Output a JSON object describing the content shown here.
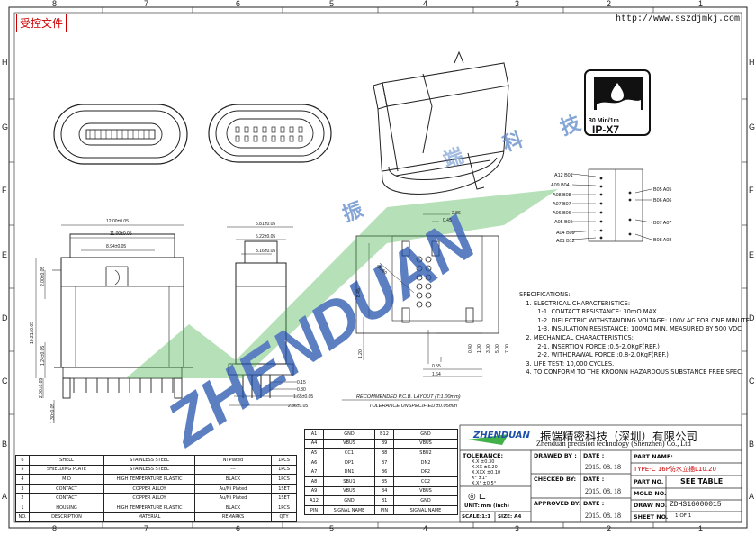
{
  "header": {
    "stamp": "受控文件",
    "url": "http://www.sszdjmkj.com"
  },
  "rulers": {
    "top": [
      "8",
      "7",
      "6",
      "5",
      "4",
      "3",
      "2",
      "1"
    ],
    "side": [
      "H",
      "G",
      "F",
      "E",
      "D",
      "C",
      "B",
      "A"
    ]
  },
  "watermark": {
    "brand": "ZHENDUAN",
    "chars": [
      "振",
      "端",
      "科",
      "技"
    ]
  },
  "ip_badge": {
    "duration": "30 Min/1m",
    "rating": "IP-X7"
  },
  "pinout": {
    "left": [
      "A12 B01",
      "A09 B04",
      "A08 B08",
      "A07 B07",
      "A06 B06",
      "A05 B05",
      "A04 B09",
      "A01 B12"
    ],
    "right": [
      "B05 A05",
      "B06 A06",
      "B07 A07",
      "B08 A08"
    ]
  },
  "dims": {
    "front": {
      "w1": "12.00±0.05",
      "w2": "11.00±0.05",
      "w3": "8.94±0.05",
      "h1": "2.00±0.05",
      "h2": "10.21±0.05",
      "h3": "1.24±0.05",
      "h4": "2.00±0.05",
      "h5": "1.30±0.05"
    },
    "side": {
      "w1": "5.81±0.05",
      "w2": "5.22±0.05",
      "w3": "3.16±0.05",
      "b1": "0.15",
      "b2": "0.30",
      "b3": "1.65±0.05",
      "b4": "2.86±0.05"
    },
    "pcb": {
      "t1": "2.86",
      "t2": "0.45",
      "dia": "Ø0.60",
      "v1": "8.45",
      "v2": "1.20",
      "r1": "0.40",
      "r2": "1.00",
      "r3": "3.00",
      "r4": "5.00",
      "r5": "7.00",
      "b1": "0.55",
      "b2": "1.64"
    }
  },
  "layout_caption": {
    "title": "RECOMMENDED  P.C.B. LAYOUT (T:1.00mm)",
    "tolerance": "TOLERANCE UNSPECIFIED ±0.05mm"
  },
  "specifications": [
    "SPECIFICATIONS:",
    "1. ELECTRICAL CHARACTERISTICS:",
    "1-1. CONTACT RESISTANCE: 30mΩ MAX.",
    "1-2. DIELECTRIC WITHSTANDING VOLTAGE: 100V AC FOR ONE MINUTE.",
    "1-3. INSULATION RESISTANCE: 100MΩ MIN. MEASURED BY 500 VDC",
    "2. MECHANICAL CHARACTERISTICS:",
    "2-1. INSERTION FORCE :0.5-2.0KgF(REF.)",
    "2-2. WITHDRAWAL FORCE :0.8-2.0KgF(REF.)",
    "3. LIFE TEST: 10,000 CYCLES.",
    "4. TO CONFORM TO THE KROONN HAZARDOUS SUBSTANCE FREE SPEC."
  ],
  "bom": {
    "rows": [
      [
        "6",
        "SHELL",
        "STAINLESS STEEL",
        "Ni Plated",
        "1PCS"
      ],
      [
        "5",
        "SHIELDING PLATE",
        "STAINLESS STEEL",
        "---",
        "1PCS"
      ],
      [
        "4",
        "MID",
        "HIGH TEMPERATURE PLASTIC",
        "BLACK",
        "1PCS"
      ],
      [
        "3",
        "CONTACT",
        "COPPER ALLOY",
        "Au/Ni Plated",
        "1SET"
      ],
      [
        "2",
        "CONTACT",
        "COPPER ALLOY",
        "Au/Ni Plated",
        "1SET"
      ],
      [
        "1",
        "HOUSING",
        "HIGH TEMPERATURE PLASTIC",
        "BLACK",
        "1PCS"
      ]
    ],
    "header": [
      "NO.",
      "DESCRIPTION",
      "MATERIAL",
      "REMARKS",
      "QTY"
    ]
  },
  "signals": {
    "rows": [
      [
        "A1",
        "GND",
        "B12",
        "GND"
      ],
      [
        "A4",
        "VBUS",
        "B9",
        "VBUS"
      ],
      [
        "A5",
        "CC1",
        "B8",
        "SBU2"
      ],
      [
        "A6",
        "DP1",
        "B7",
        "DN2"
      ],
      [
        "A7",
        "DN1",
        "B6",
        "DP2"
      ],
      [
        "A8",
        "SBU1",
        "B5",
        "CC2"
      ],
      [
        "A9",
        "VBUS",
        "B4",
        "VBUS"
      ],
      [
        "A12",
        "GND",
        "B1",
        "GND"
      ]
    ],
    "header": [
      "PIN",
      "SIGNAL NAME",
      "PIN",
      "SIGNAL NAME"
    ]
  },
  "title_block": {
    "logo": "ZHENDUAN",
    "company_cn": "振端精密科技（深圳）有限公司",
    "company_en": "Zhenduan precision technology (Shenzhen) Co., Ltd",
    "tolerance_label": "TOLERANCE:",
    "tolerances": [
      [
        "X.X",
        "±0.30"
      ],
      [
        "X.XX",
        "±0.20"
      ],
      [
        "X.XXX",
        "±0.10"
      ],
      [
        "X°",
        "±1°"
      ],
      [
        "X.X°",
        "±0.5°"
      ]
    ],
    "unit": "UNIT: mm (inch)",
    "scale": "SCALE:1:1",
    "size": "SIZE: A4",
    "drawn_by": "DRAWED BY :",
    "checked_by": "CHECKED BY:",
    "approved_by": "APPROVED BY:",
    "date_label": "DATE :",
    "dates": [
      "2015. 08. 18",
      "2015. 08. 18",
      "2015. 08. 18"
    ],
    "part_name_label": "PART NAME:",
    "part_name": "TYPE-C 16P防水立插L10.20",
    "part_no_label": "PART NO.",
    "part_no": "SEE TABLE",
    "mold_no_label": "MOLD NO.",
    "draw_no_label": "DRAW NO.",
    "draw_no": "ZDHS16000015",
    "sheet_label": "SHEET NO.",
    "sheet": "1 OF 1"
  },
  "colors": {
    "stamp": "#cc0000",
    "watermark": "#1d4fa8",
    "watermark_green": "#43b14a",
    "part_name": "#cc0000",
    "line": "#222222"
  }
}
